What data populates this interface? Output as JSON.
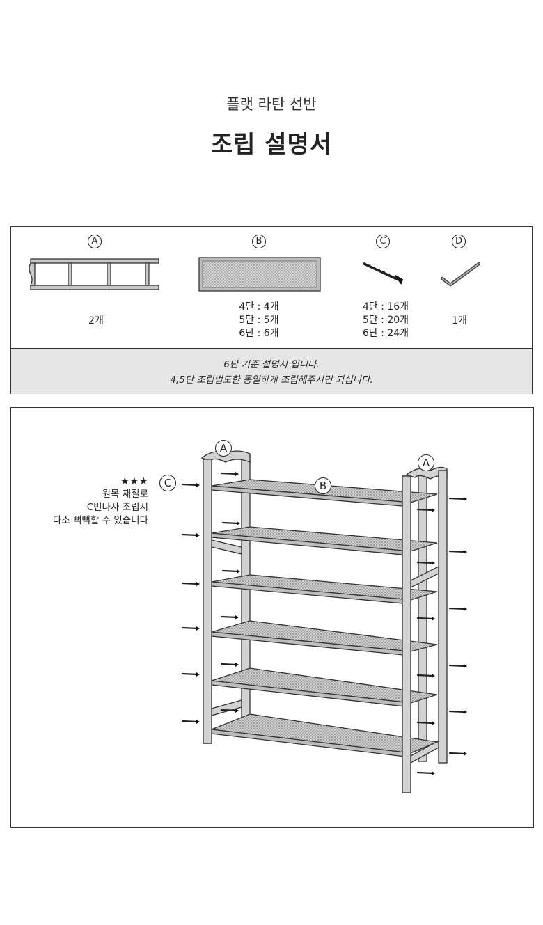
{
  "header": {
    "subtitle": "플랫 라탄 선반",
    "title": "조립 설명서"
  },
  "parts": [
    {
      "letter": "Ⓐ",
      "name": "side-frame",
      "qty": [
        "2개"
      ]
    },
    {
      "letter": "Ⓑ",
      "name": "rattan-shelf",
      "qty": [
        "4단 : 4개",
        "5단 : 5개",
        "6단 : 6개"
      ]
    },
    {
      "letter": "Ⓒ",
      "name": "screw",
      "qty": [
        "4단 : 16개",
        "5단 : 20개",
        "6단 : 24개"
      ]
    },
    {
      "letter": "Ⓓ",
      "name": "hex-key",
      "qty": [
        "1개"
      ]
    }
  ],
  "note": {
    "line1": "6단 기준 설명서 입니다.",
    "line2": "4,5단 조립법도한 동일하게 조립해주시면 되십니다."
  },
  "assembly": {
    "callouts": {
      "frame_left": "A",
      "frame_right": "A",
      "shelf": "B",
      "screw": "C"
    },
    "caution": {
      "stars": "★★★",
      "line1": "원목 재질로",
      "line2": "C번나사 조립시",
      "line3": "다소 뻑뻑할 수 있습니다"
    },
    "shelf_count": 6
  },
  "colors": {
    "border": "#333333",
    "note_bg": "#e6e6e6",
    "drawing": "#333333"
  }
}
